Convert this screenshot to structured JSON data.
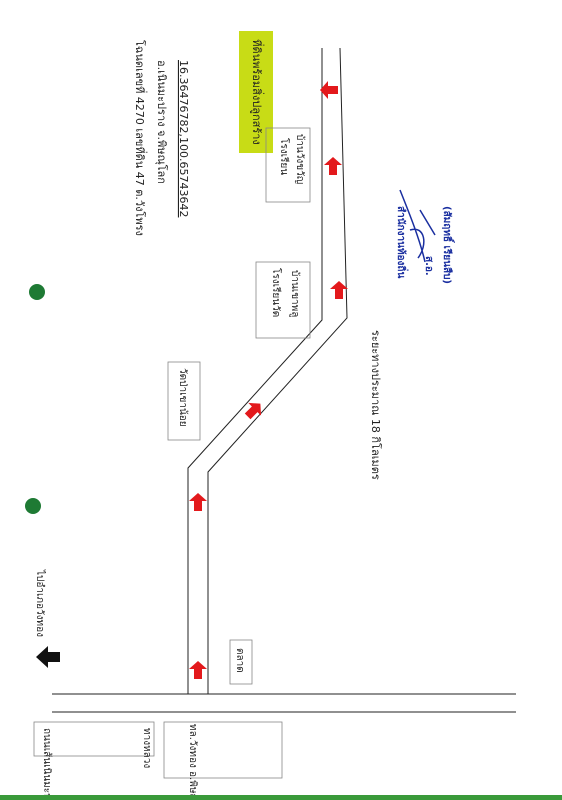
{
  "title": {
    "line1": "โฉนดเลขที่ 4270 เลขที่ดิน 47 ต.วังโพรง",
    "line2": "อ.เนินมะปราง จ.พิษณุโลก",
    "line3": "16.36476782,100.65743642"
  },
  "labels": {
    "destination": "ที่ดินพร้อมสิ่งปลูกสร้าง",
    "school_top_1": "โรงเรียน",
    "school_top_2": "บ้านวังขวัญ",
    "school_mid_1": "โรงเรียนวัด",
    "school_mid_2": "บ้านเขาพลู",
    "temple": "วัดป่าเขาน้อย",
    "market": "ตลาด",
    "to_wangthong": "ไปอำเภอวังทอง",
    "distance": "ระยะทางประมาณ 18 กิโลเมตร",
    "road_label_1": "ถนนเส้นเนินมะปราง",
    "road_label_2": "ทล.วังทอง อ.พิษณุโลก",
    "road_label_3": "ทางหลวง"
  },
  "signature": {
    "name": "(สัมฤทธิ์ เรียนสืบ)",
    "title": "สำนักงานท้องถิ่น",
    "prefix": "ส.อ."
  },
  "colors": {
    "arrow_red": "#e3191c",
    "highlight": "#c8dc16",
    "signature_ink": "#1a2fa0",
    "road_line": "#222222",
    "dot_green": "#1e7a34"
  }
}
